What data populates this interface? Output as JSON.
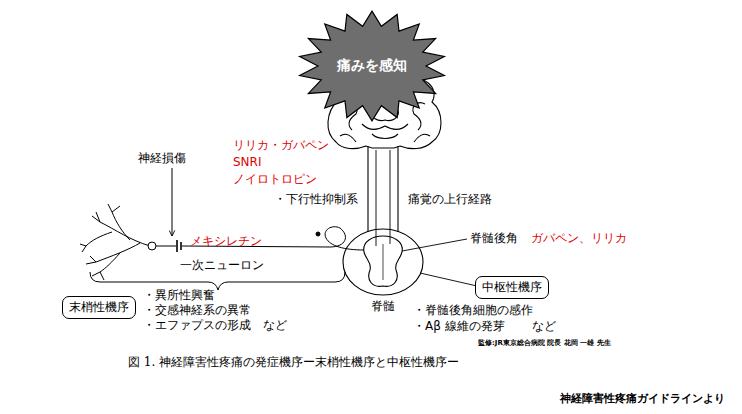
{
  "diagram": {
    "caption": "図 1.  神経障害性疼痛の発症機序ー末梢性機序と中枢性機序ー",
    "nodes": [
      {
        "text": [
          "痛みを感知"
        ]
      },
      {
        "text": [
          "末梢性機序"
        ]
      },
      {
        "text": [
          "中枢性機序"
        ]
      }
    ],
    "labels": [
      "神経損傷",
      "リリカ・ガバペン",
      "SNRI",
      "ノイロトロピン",
      "・下行性抑制系",
      "痛覚の上行経路",
      "脊髄後角",
      "ガバペン、リリカ",
      "メキシレチン",
      "一次ニューロン",
      "・異所性興奮",
      "・交感神経系の異常",
      "・エファプスの形成　など",
      "脊髄",
      "・脊髄後角細胞の感作",
      "・Aβ 線維の発芽　　 など",
      "監修:JR東京総合病院 院長 花岡 一雄 先生",
      "神経障害性疼痛ガイドラインより"
    ]
  }
}
